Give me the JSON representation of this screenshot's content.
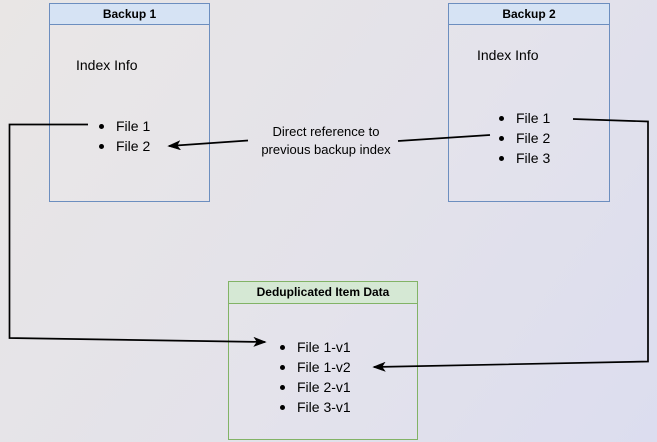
{
  "diagram": {
    "backup1": {
      "title": "Backup 1",
      "subtitle": "Index Info",
      "files": [
        "File 1",
        "File 2"
      ]
    },
    "backup2": {
      "title": "Backup 2",
      "subtitle": "Index Info",
      "files": [
        "File 1",
        "File 2",
        "File 3"
      ]
    },
    "dedup": {
      "title": "Deduplicated Item Data",
      "files": [
        "File 1-v1",
        "File 1-v2",
        "File 2-v1",
        "File 3-v1"
      ]
    },
    "edge_label": {
      "line1": "Direct reference to",
      "line2": "previous backup index"
    },
    "colors": {
      "blue_fill": "#d6e3f4",
      "blue_border": "#6c8ebf",
      "green_fill": "#d5e8d4",
      "green_border": "#82b366",
      "wire": "#000000"
    }
  }
}
